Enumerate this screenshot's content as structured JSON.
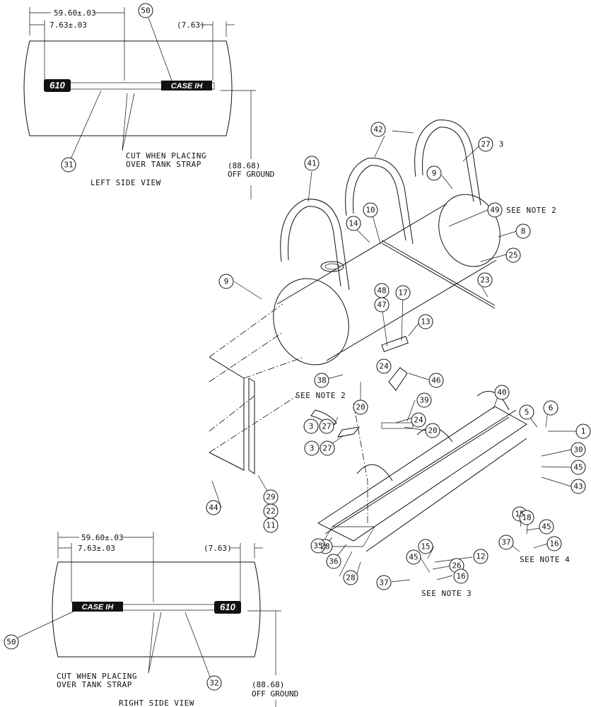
{
  "left_view": {
    "dim_overall": "59.60±.03",
    "dim_start": "7.63±.03",
    "dim_end": "(7.63)",
    "dim_height": "(88.68)",
    "off_ground": "OFF GROUND",
    "cut_note_1": "CUT WHEN PLACING",
    "cut_note_2": "OVER TANK STRAP",
    "caption": "LEFT SIDE VIEW",
    "decal_model": "610",
    "decal_brand": "CASE IH",
    "callouts": [
      "50",
      "31"
    ]
  },
  "right_view": {
    "dim_overall": "59.60±.03",
    "dim_start": "7.63±.03",
    "dim_end": "(7.63)",
    "dim_height": "(88.68)",
    "off_ground": "OFF GROUND",
    "cut_note_1": "CUT WHEN PLACING",
    "cut_note_2": "OVER TANK STRAP",
    "caption": "RIGHT SIDE VIEW",
    "decal_model": "610",
    "decal_brand": "CASE IH",
    "callouts": [
      "50",
      "32"
    ]
  },
  "notes": {
    "note2_a": "SEE NOTE 2",
    "note2_b": "SEE NOTE 2",
    "note3": "SEE NOTE 3",
    "note4": "SEE NOTE 4"
  },
  "assembly_callouts": [
    "42",
    "27",
    "3",
    "41",
    "9",
    "10",
    "14",
    "49",
    "8",
    "25",
    "9",
    "23",
    "48",
    "47",
    "17",
    "13",
    "24",
    "46",
    "38",
    "20",
    "39",
    "40",
    "5",
    "6",
    "1",
    "3",
    "27",
    "3",
    "27",
    "24",
    "20",
    "30",
    "45",
    "43",
    "44",
    "29",
    "22",
    "11",
    "15",
    "45",
    "18",
    "16",
    "37",
    "28",
    "35",
    "36",
    "15",
    "26",
    "12",
    "45",
    "28",
    "37",
    "16"
  ]
}
